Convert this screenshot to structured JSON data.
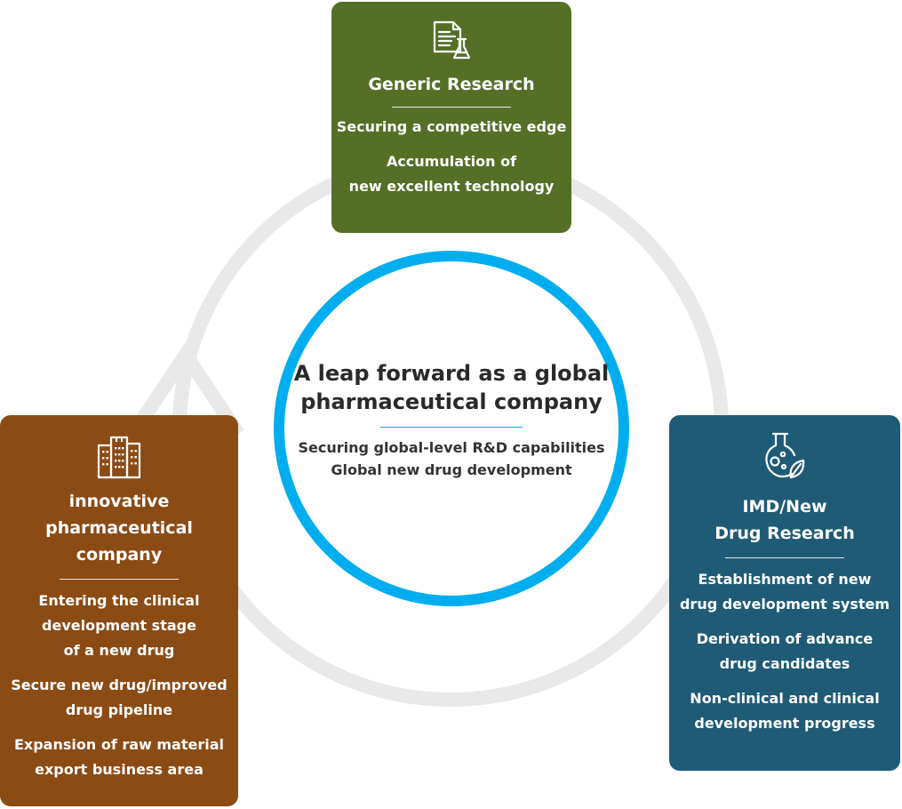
{
  "colors": {
    "generic": "#556f27",
    "innovative": "#8b4b15",
    "imd": "#1f5b76",
    "ring": "#00aeef",
    "cycle_arrow": "#e9e9e9"
  },
  "center": {
    "headline_lines": [
      "A leap forward as a global",
      "pharmaceutical company"
    ],
    "sub_lines": [
      "Securing global-level R&D capabilities",
      "Global new drug development"
    ]
  },
  "cards": {
    "generic": {
      "icon": "document-flask-icon",
      "title_lines": [
        "Generic Research"
      ],
      "items": [
        [
          "Securing a competitive edge"
        ],
        [
          "Accumulation of",
          "new excellent technology"
        ]
      ]
    },
    "innovative": {
      "icon": "buildings-icon",
      "title_lines": [
        "innovative",
        "pharmaceutical",
        "company"
      ],
      "items": [
        [
          "Entering the clinical",
          "development stage",
          "of a new drug"
        ],
        [
          "Secure new drug/improved",
          "drug pipeline"
        ],
        [
          "Expansion of raw material",
          "export business area"
        ]
      ]
    },
    "imd": {
      "icon": "flask-leaf-icon",
      "title_lines": [
        "IMD/New",
        "Drug Research"
      ],
      "items": [
        [
          "Establishment of new",
          "drug development system"
        ],
        [
          "Derivation of advance",
          "drug candidates"
        ],
        [
          "Non-clinical and clinical",
          "development progress"
        ]
      ]
    }
  }
}
